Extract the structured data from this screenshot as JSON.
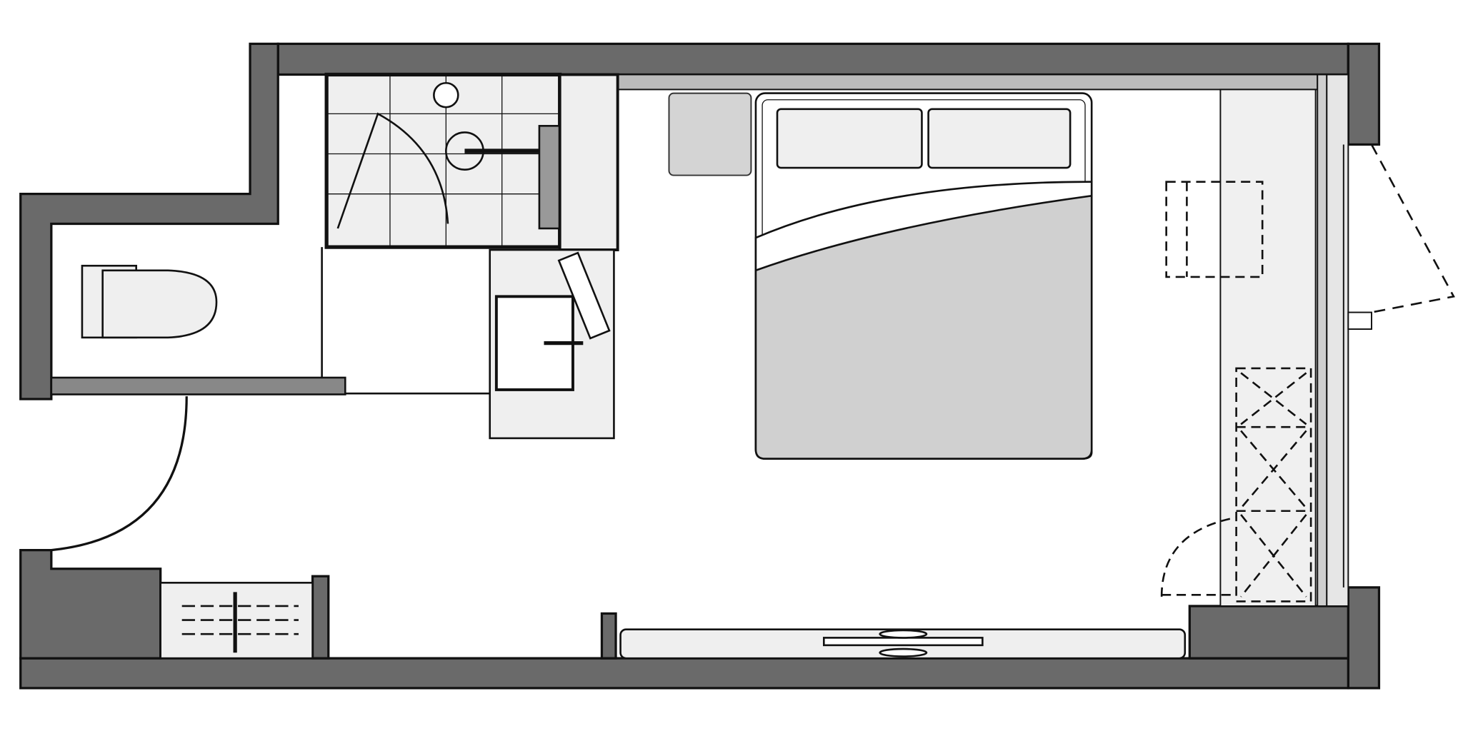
{
  "plan": {
    "colors": {
      "wall": "#6a6a6a",
      "outline": "#111111",
      "light_fill": "#efefef",
      "bed_fill": "#d0d0d0",
      "nightstand_fill": "#d4d4d4",
      "window_fill": "#cfcfcf"
    },
    "rooms": [
      "toilet",
      "shower",
      "vanity",
      "bedroom",
      "closet",
      "entry"
    ]
  }
}
